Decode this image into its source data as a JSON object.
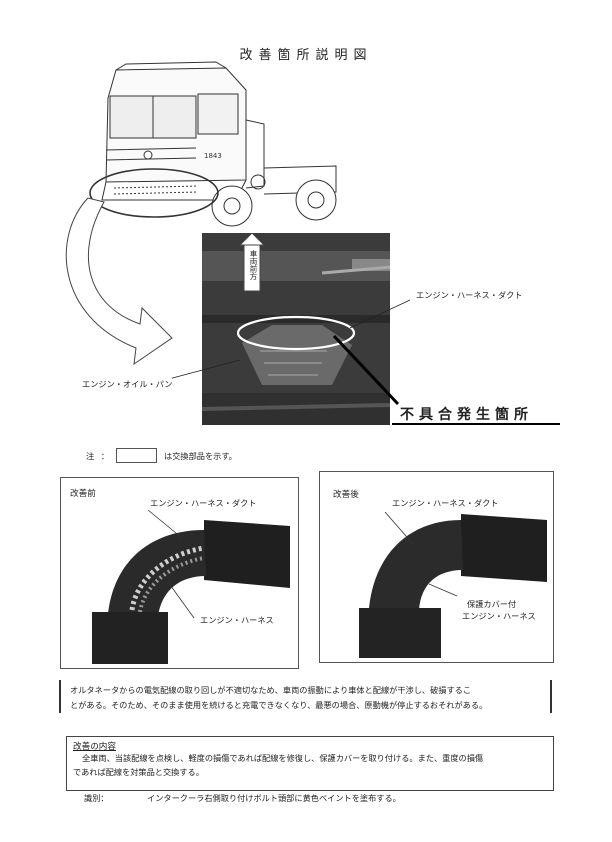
{
  "title": "改善箇所説明図",
  "top_figure": {
    "front_label": "車両前方",
    "duct_label": "エンジン・ハーネス・ダクト",
    "oil_pan_label": "エンジン・オイル・パン",
    "defect_label": "不具合発生箇所",
    "truck_badge": "1843"
  },
  "legend": {
    "note_label": "注",
    "colon": "：",
    "text": "は交換部品を示す。"
  },
  "before": {
    "heading": "改善前",
    "duct_label": "エンジン・ハーネス・ダクト",
    "harness_label": "エンジン・ハーネス"
  },
  "after": {
    "heading": "改善後",
    "duct_label": "エンジン・ハーネス・ダクト",
    "harness_label_1": "保護カバー付",
    "harness_label_2": "エンジン・ハーネス"
  },
  "problem": {
    "line1": "オルタネータからの電気配線の取り回しが不適切なため、車両の振動により車体と配線が干渉し、破損するこ",
    "line2": "とがある。そのため、そのまま使用を続けると充電できなくなり、最悪の場合、原動機が停止するおそれがある。"
  },
  "improvement": {
    "title": "改善の内容",
    "line1": "全車両、当該配線を点検し、軽度の損傷であれば配線を修復し、保護カバーを取り付ける。また、重度の損傷",
    "line2": "であれば配線を対策品と交換する。"
  },
  "identification": {
    "label": "識別：",
    "text": "インタークーラ右側取り付けボルト頭部に黄色ペイントを塗布する。"
  }
}
